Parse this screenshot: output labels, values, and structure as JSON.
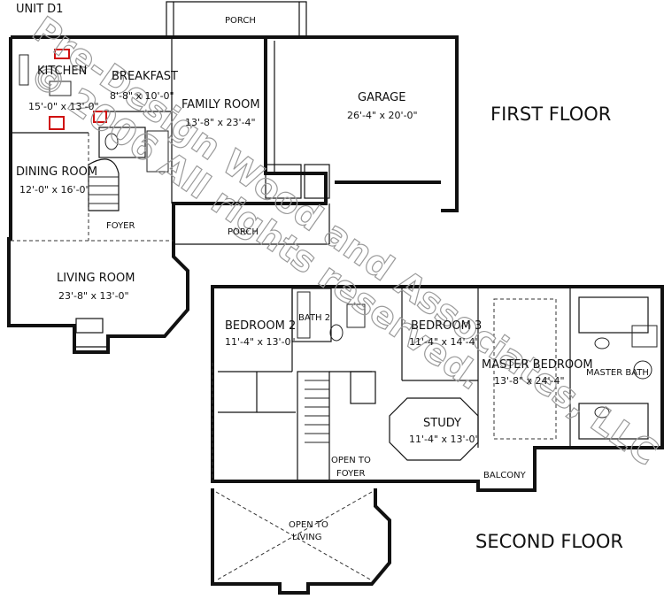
{
  "unit": "UNIT D1",
  "floors": {
    "first": "FIRST FLOOR",
    "second": "SECOND FLOOR"
  },
  "rooms": {
    "kitchen": {
      "name": "KITCHEN",
      "size": "15'-0\" x 13'-0\""
    },
    "breakfast": {
      "name": "BREAKFAST",
      "size": "8'-8\" x 10'-0\""
    },
    "family_room": {
      "name": "FAMILY ROOM",
      "size": "13'-8\" x 23'-4\""
    },
    "garage": {
      "name": "GARAGE",
      "size": "26'-4\" x 20'-0\""
    },
    "dining_room": {
      "name": "DINING ROOM",
      "size": "12'-0\" x 16'-0\""
    },
    "foyer": {
      "name": "FOYER"
    },
    "porch_top": {
      "name": "PORCH"
    },
    "porch_mid": {
      "name": "PORCH"
    },
    "living_room": {
      "name": "LIVING ROOM",
      "size": "23'-8\" x 13'-0\""
    },
    "bedroom2": {
      "name": "BEDROOM 2",
      "size": "11'-4\" x 13'-0\""
    },
    "bath2": {
      "name": "BATH 2"
    },
    "bedroom3": {
      "name": "BEDROOM 3",
      "size": "11'-4\" x 14'-4\""
    },
    "master_bedroom": {
      "name": "MASTER BEDROOM",
      "size": "13'-8\" x 24'-4\""
    },
    "master_bath": {
      "name": "MASTER BATH"
    },
    "study": {
      "name": "STUDY",
      "size": "11'-4\" x 13'-0\""
    },
    "open_to_foyer": {
      "line1": "OPEN TO",
      "line2": "FOYER"
    },
    "balcony": {
      "name": "BALCONY"
    },
    "open_to_living": {
      "line1": "OPEN TO",
      "line2": "LIVING"
    }
  },
  "watermark": {
    "line1": "Pre-Design Wood and Associates, LLC",
    "line2": "© 2006 All rights reserved."
  },
  "colors": {
    "walls": "#111111",
    "cooktop_marks": "#d01010",
    "watermark": "#9a9a9a"
  }
}
